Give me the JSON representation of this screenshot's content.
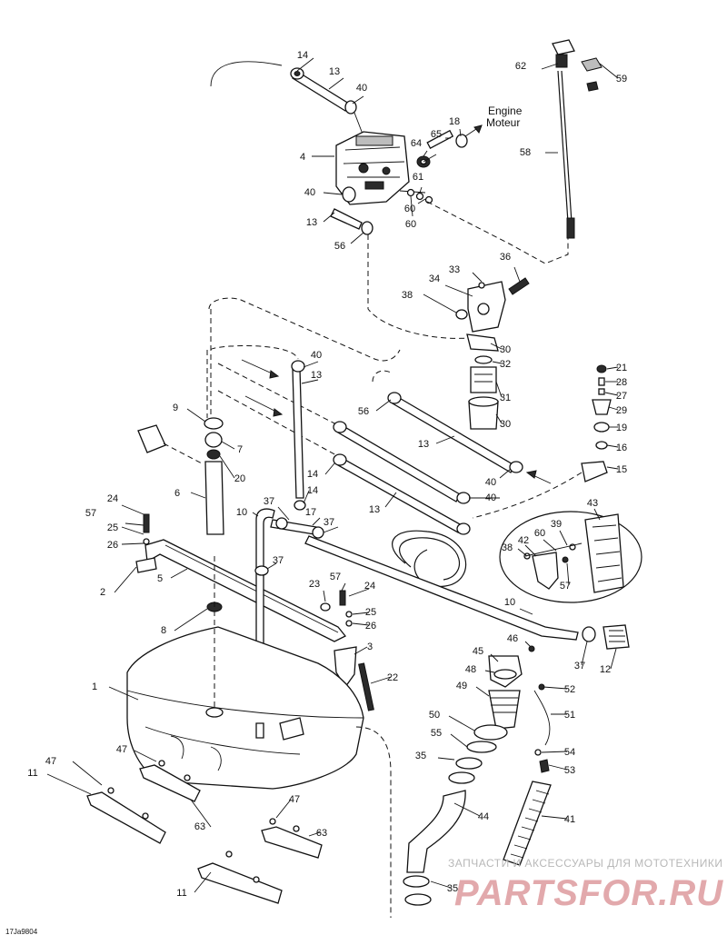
{
  "diagram": {
    "engine_label_en": "Engine",
    "engine_label_fr": "Moteur",
    "drawing_code": "17Ja9804",
    "watermark_top": "ЗАПЧАСТИ И АКСЕССУАРЫ ДЛЯ МОТОТЕХНИКИ",
    "watermark_logo": "PARTSFOR.RU",
    "colors": {
      "line": "#111111",
      "watermark_red": "#e2a9ac",
      "watermark_grey": "#b8b8b8"
    },
    "callouts": [
      "14",
      "13",
      "40",
      "62",
      "59",
      "58",
      "4",
      "64",
      "65",
      "18",
      "40",
      "60",
      "61",
      "60",
      "13",
      "56",
      "36",
      "33",
      "34",
      "38",
      "30",
      "32",
      "31",
      "30",
      "56",
      "40",
      "13",
      "9",
      "7",
      "20",
      "6",
      "13",
      "14",
      "14",
      "40",
      "40",
      "13",
      "21",
      "28",
      "27",
      "29",
      "19",
      "16",
      "15",
      "43",
      "39",
      "60",
      "42",
      "38",
      "57",
      "24",
      "57",
      "25",
      "26",
      "2",
      "5",
      "10",
      "37",
      "17",
      "37",
      "37",
      "23",
      "57",
      "24",
      "25",
      "26",
      "8",
      "3",
      "22",
      "10",
      "37",
      "12",
      "46",
      "45",
      "48",
      "52",
      "49",
      "51",
      "50",
      "55",
      "54",
      "35",
      "53",
      "44",
      "41",
      "1",
      "47",
      "11",
      "47",
      "63",
      "47",
      "63",
      "11",
      "35"
    ]
  }
}
